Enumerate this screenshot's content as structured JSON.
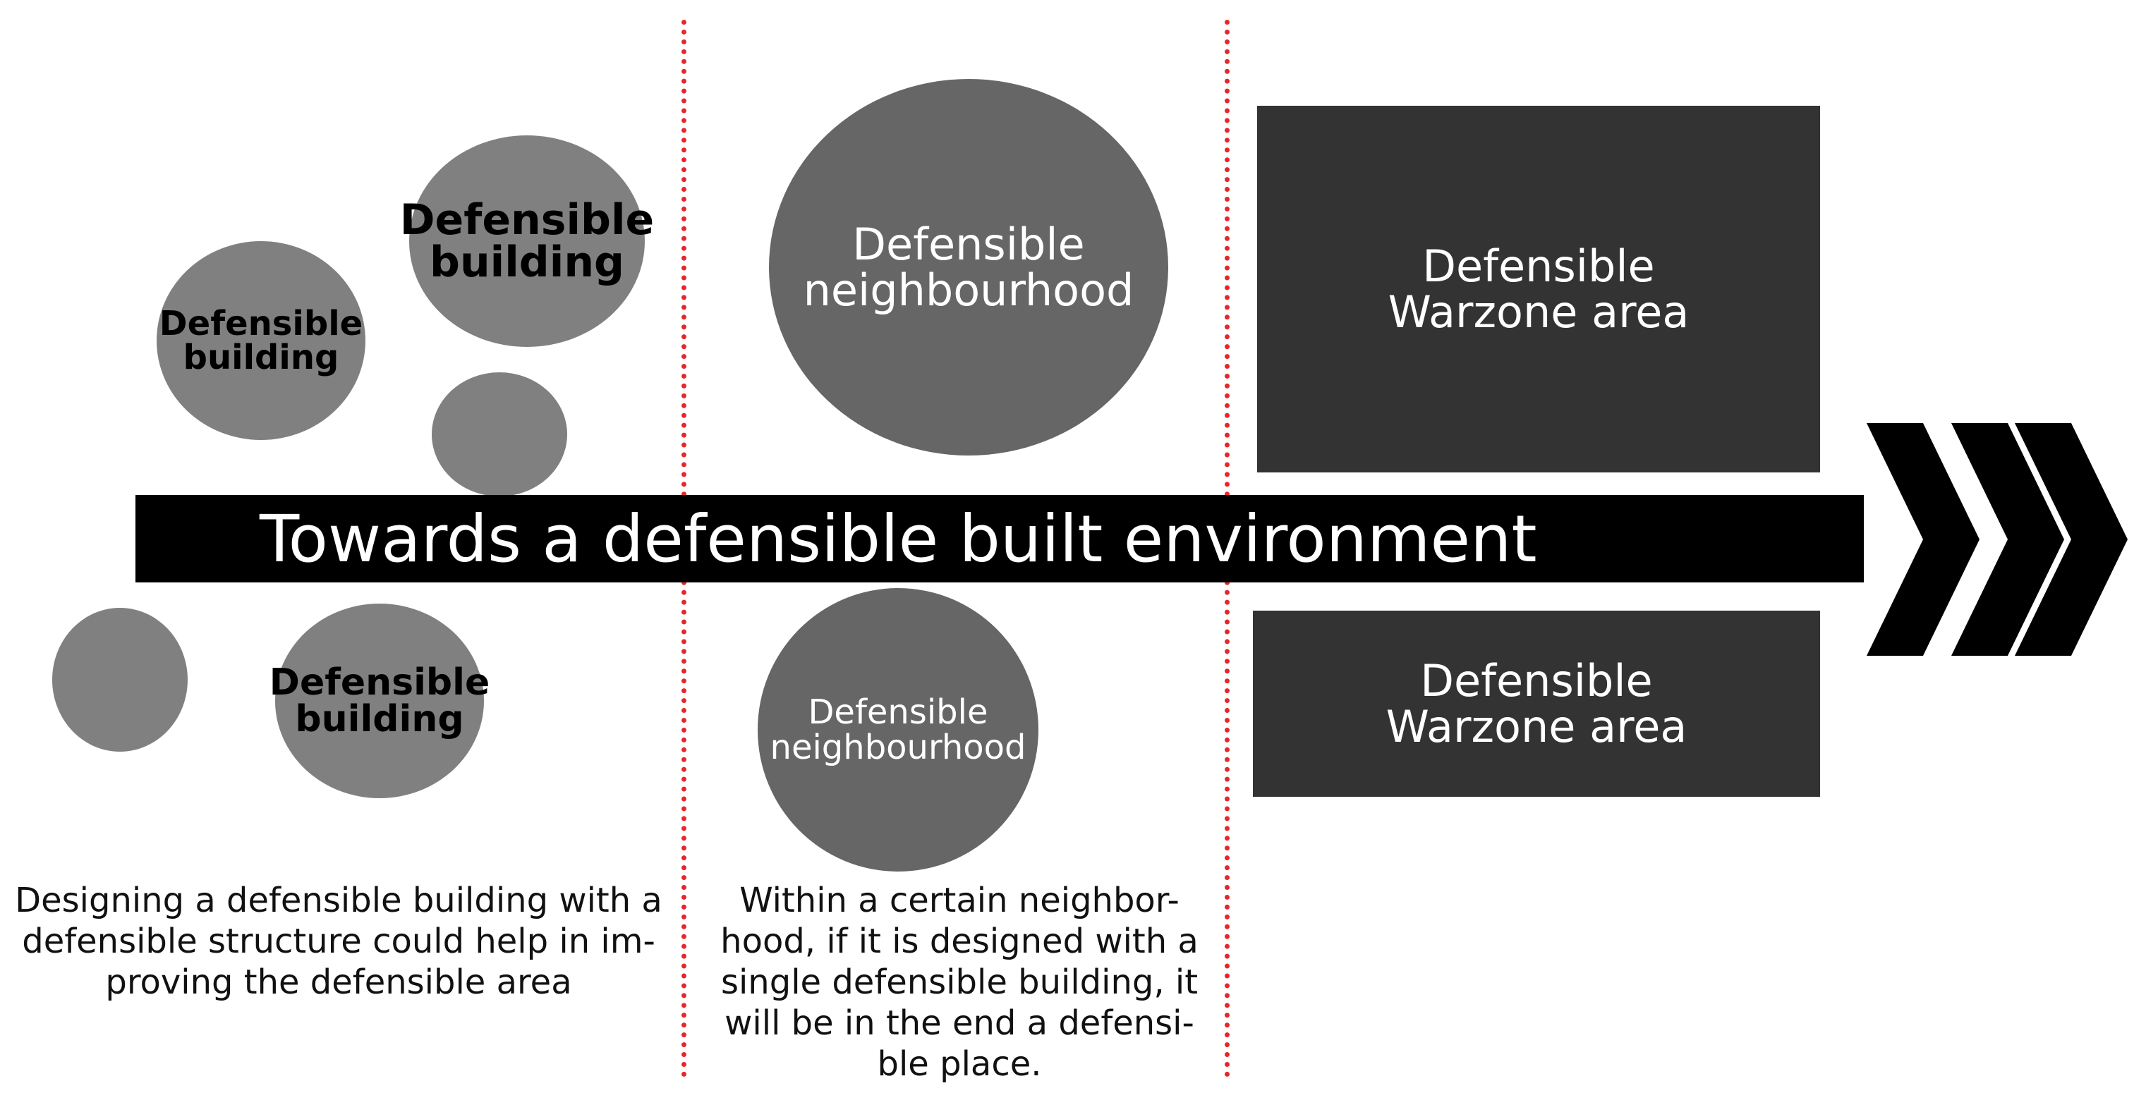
{
  "banner": {
    "title": "Towards a defensible built environment"
  },
  "building_circles": [
    {
      "line1": "Defensible",
      "line2": "building"
    },
    {
      "line1": "Defensible",
      "line2": "building"
    },
    {
      "line1": "Defensible",
      "line2": "building"
    }
  ],
  "neighbourhood_circles": [
    {
      "line1": "Defensible",
      "line2": "neighbourhood"
    },
    {
      "line1": "Defensible",
      "line2": "neighbourhood"
    }
  ],
  "warzone_boxes": [
    {
      "line1": "Defensible",
      "line2": "Warzone area"
    },
    {
      "line1": "Defensible",
      "line2": "Warzone area"
    }
  ],
  "captions": {
    "left": [
      "Designing a defensible building with a",
      "defensible structure could help in im-",
      "proving the defensible area"
    ],
    "middle": [
      "Within a certain neighbor-",
      "hood, if it is designed with a",
      "single defensible building, it",
      "will be in the end a defensi-",
      "ble place."
    ]
  },
  "colors": {
    "circle_gray": "#808080",
    "neighbourhood_gray": "#666666",
    "warzone_dark": "#333333",
    "banner_black": "#000000",
    "divider_red": "#e8262a"
  },
  "icons": {
    "arrow": "triple-chevron-right-icon"
  }
}
